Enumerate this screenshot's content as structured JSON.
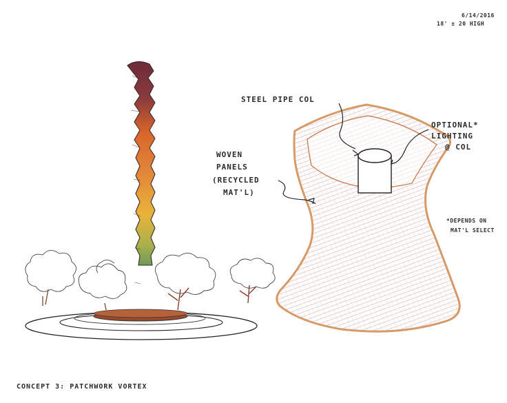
{
  "header": {
    "date": "6/14/2016",
    "subtitle": "18' ± 20 HIGH"
  },
  "labels": {
    "steel_pipe": "STEEL PIPE COL",
    "optional_lighting_1": "OPTIONAL*",
    "optional_lighting_2": "LIGHTING",
    "optional_lighting_3": "@ COL",
    "woven_1": "WOVEN",
    "woven_2": "PANELS",
    "woven_3": "(RECYCLED",
    "woven_4": "MAT'L)",
    "depends_1": "*DEPENDS ON",
    "depends_2": "MAT'L SELECT"
  },
  "caption": "CONCEPT 3: PATCHWORK VORTEX",
  "colors": {
    "column_top": "#6e2b3a",
    "column_mid": "#d9662a",
    "column_lower": "#e9b33b",
    "column_base": "#6f9a57",
    "planter": "#9a4a2c",
    "vortex_outline": "#d79a66",
    "vortex_weave": "#b34a4f"
  }
}
